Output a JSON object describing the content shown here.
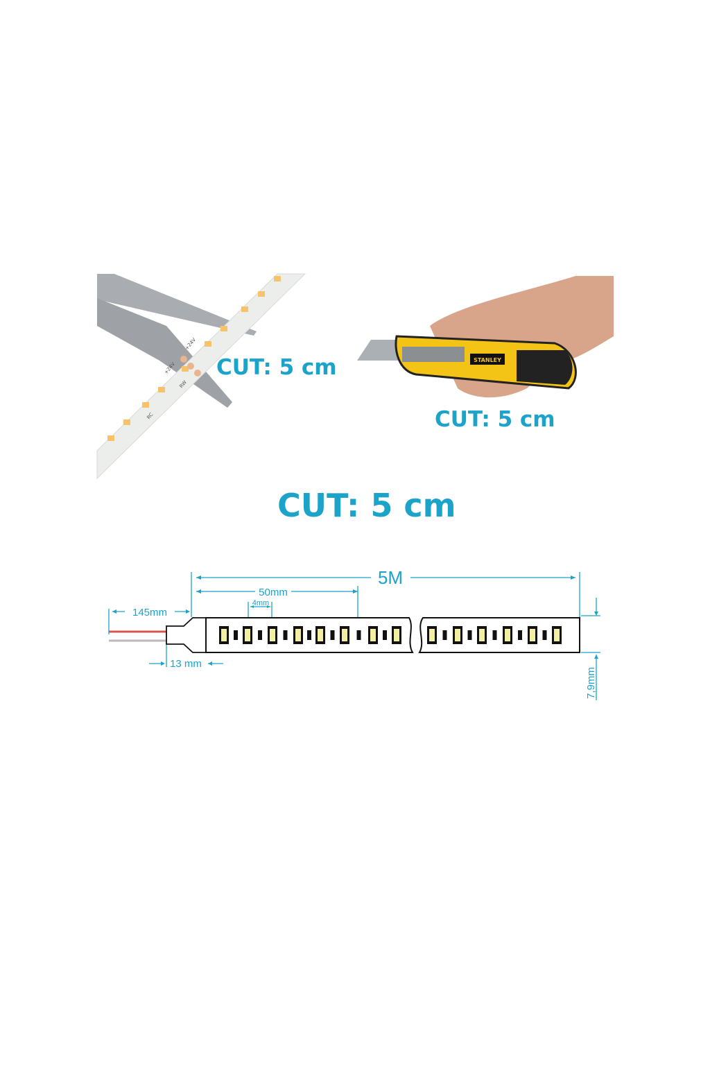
{
  "photos": {
    "scissors_caption": "CUT: 5 cm",
    "knife_caption": "CUT: 5 cm",
    "knife_brand": "STANLEY",
    "strip_markings": [
      "+24V",
      "+24V",
      "RW",
      "RC"
    ]
  },
  "headline": "CUT: 5 cm",
  "diagram": {
    "total_length": "5M",
    "cut_interval": "50mm",
    "led_pitch": "4mm",
    "lead_wire": "145mm",
    "connector": "13 mm",
    "width": "7,9mm"
  },
  "colors": {
    "accent": "#1ba3c9",
    "wire_red": "#d9534f",
    "led": "#f2f0a0"
  }
}
